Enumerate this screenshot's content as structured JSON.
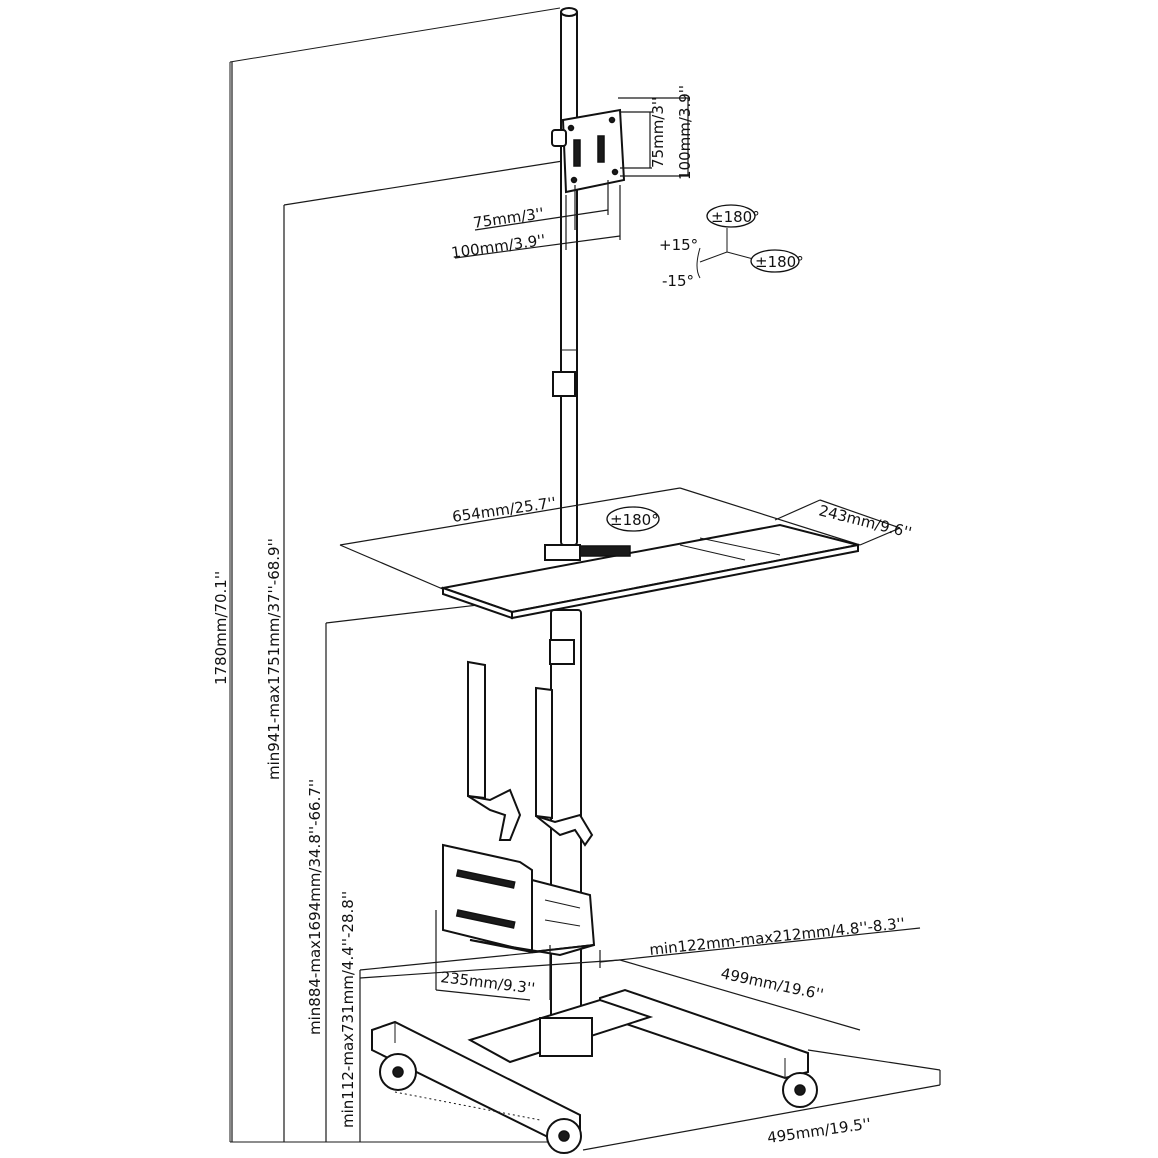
{
  "dimensions": {
    "total_height": "1780mm/70.1''",
    "monitor_height_range": "min941-max1751mm/37''-68.9''",
    "tray_height_range": "min884-max1694mm/34.8''-66.7''",
    "cpu_height_range": "min112-max731mm/4.4''-28.8''",
    "vesa_v_75": "75mm/3''",
    "vesa_v_100": "100mm/3.9''",
    "vesa_h_75": "75mm/3''",
    "vesa_h_100": "100mm/3.9''",
    "tray_width": "654mm/25.7''",
    "tray_depth": "243mm/9.6''",
    "cpu_holder_width": "min122mm-max212mm/4.8''-8.3''",
    "cpu_holder_depth": "235mm/9.3''",
    "base_depth": "499mm/19.6''",
    "base_width": "495mm/19.5''"
  },
  "rotation": {
    "swivel": "±180°",
    "rotate": "±180°",
    "tilt_up": "+15°",
    "tilt_down": "-15°",
    "tray_rotation": "±180°"
  }
}
